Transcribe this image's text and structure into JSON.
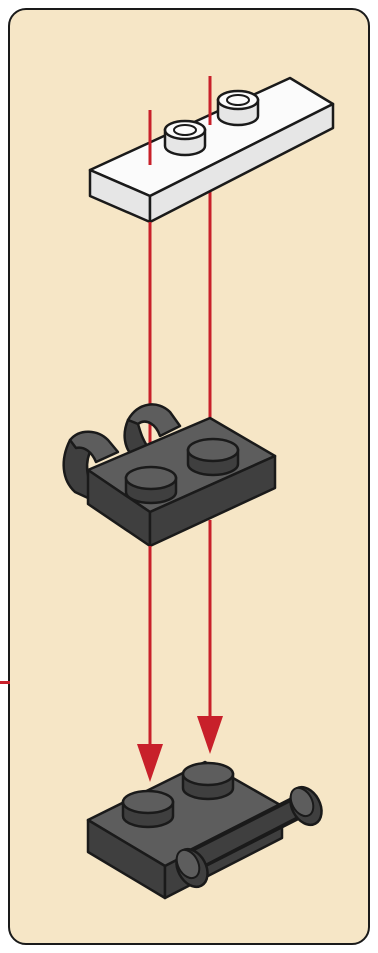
{
  "colors": {
    "panel_background": "#f6e6c6",
    "panel_border": "#1a1a1a",
    "guide_line": "#c8202a",
    "white_plate": "#fbfbfb",
    "white_plate_side": "#e6e6e6",
    "dark_part_top": "#5d5d5d",
    "dark_part_side": "#3f3f3f",
    "outline": "#1a1a1a"
  },
  "parts": [
    {
      "name": "white-1x2-jumper-plate",
      "color": "white"
    },
    {
      "name": "dark-grey-2x2-plate-with-clip",
      "color": "dark-grey"
    },
    {
      "name": "dark-grey-2x2-plate-with-bar-handle",
      "color": "dark-grey"
    }
  ],
  "icons": [
    "guide-line",
    "arrow-down",
    "stud"
  ]
}
